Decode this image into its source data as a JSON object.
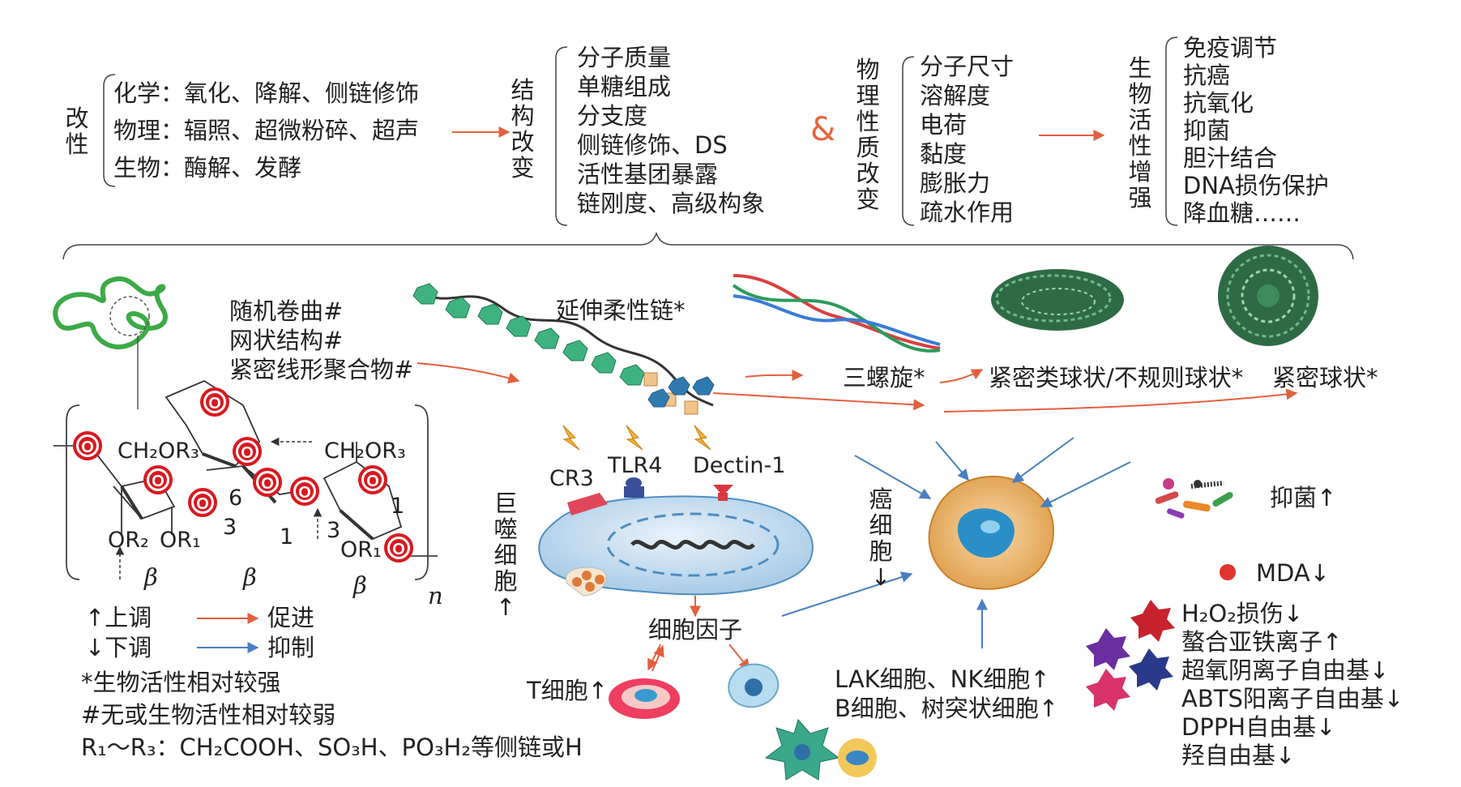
{
  "modification": {
    "label": "改性",
    "methods": [
      "化学：氧化、降解、侧链修饰",
      "物理：辐照、超微粉碎、超声",
      "生物：酶解、发酵"
    ]
  },
  "structural_change": {
    "label": "结构改变",
    "items": [
      "分子质量",
      "单糖组成",
      "分支度",
      "侧链修饰、DS",
      "活性基团暴露",
      "链刚度、高级构象"
    ]
  },
  "ampersand": "&",
  "physical_change": {
    "label": "物理性质改变",
    "items": [
      "分子尺寸",
      "溶解度",
      "电荷",
      "黏度",
      "膨胀力",
      "疏水作用"
    ]
  },
  "bioactivity": {
    "label": "生物活性增强",
    "items": [
      "免疫调节",
      "抗癌",
      "抗氧化",
      "抑菌",
      "胆汁结合",
      "DNA损伤保护",
      "降血糖……"
    ]
  },
  "conformations": {
    "weak": [
      "随机卷曲#",
      "网状结构#",
      "紧密线形聚合物#"
    ],
    "extended": "延伸柔性链*",
    "triple_helix": "三螺旋*",
    "compact_irregular": "紧密类球状/不规则球状*",
    "compact_sphere": "紧密球状*"
  },
  "structure_labels": {
    "ch2or3": "CH₂OR₃",
    "or2": "OR₂",
    "or1": "OR₁",
    "beta": "β",
    "n": "n",
    "num6": "6",
    "num3": "3",
    "num1": "1",
    "o": "O"
  },
  "receptors": [
    "CR3",
    "TLR4",
    "Dectin-1"
  ],
  "macrophage": "巨噬细胞↑",
  "cytokine": "细胞因子",
  "t_cell": "T细胞↑",
  "cancer_cell": "癌细胞↓",
  "lymphocytes": [
    "LAK细胞、NK细胞↑",
    "B细胞、树突状细胞↑"
  ],
  "antibacterial": "抑菌↑",
  "mda": "MDA↓",
  "antioxidant": [
    "H₂O₂损伤↓",
    "螯合亚铁离子↑",
    "超氧阴离子自由基↓",
    "ABTS阳离子自由基↓",
    "DPPH自由基↓",
    "羟自由基↓"
  ],
  "legend": {
    "up": "↑上调",
    "down": "↓下调",
    "promote": "促进",
    "inhibit": "抑制",
    "strong": "*生物活性相对较强",
    "weak": "#无或生物活性相对较弱",
    "r_groups": "R₁～R₃：CH₂COOH、SO₃H、PO₃H₂等侧链或H"
  },
  "colors": {
    "promote": "#e2603e",
    "inhibit": "#4a7fc1",
    "ring_o": "#d8191f",
    "helix_green": "#2e8b57"
  }
}
